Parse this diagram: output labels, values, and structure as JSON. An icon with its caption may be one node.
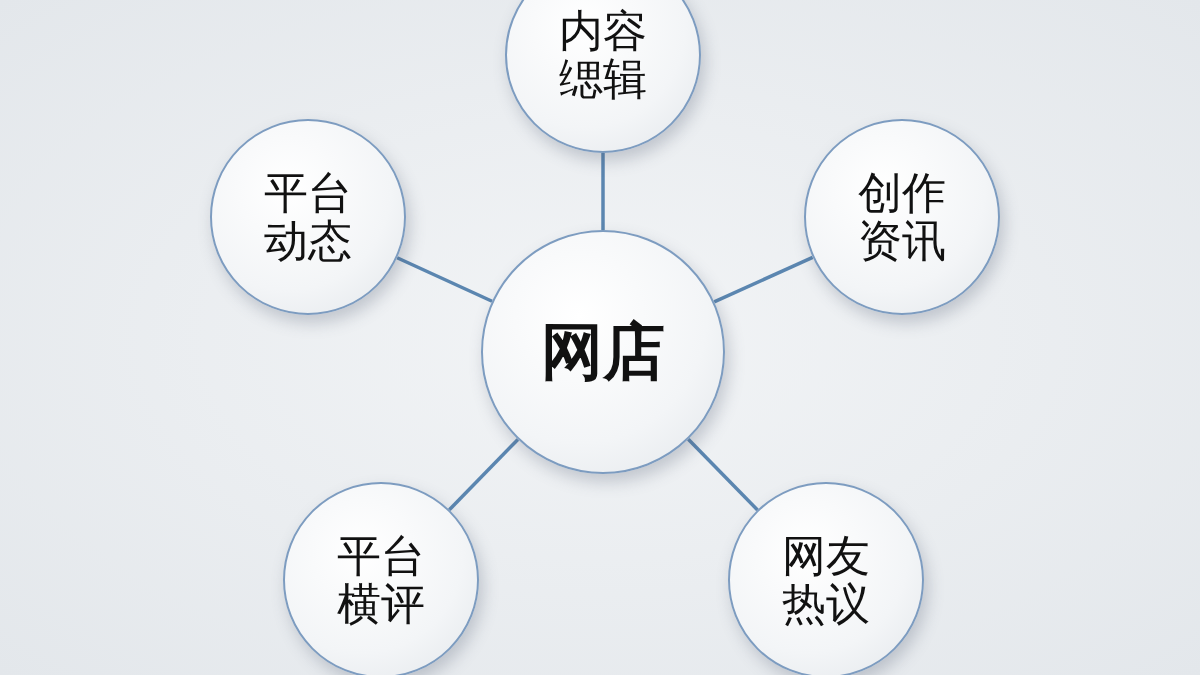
{
  "diagram": {
    "nodes": [
      {
        "text": [
          "网店"
        ]
      },
      {
        "text": [
          "内容缌辑"
        ]
      },
      {
        "text": [
          "平台动态"
        ]
      },
      {
        "text": [
          "创作资讯"
        ]
      },
      {
        "text": [
          "平台横评"
        ]
      },
      {
        "text": [
          "网友热议"
        ]
      }
    ],
    "edges": [
      {
        "from": 0,
        "to": 1,
        "arrow": "none"
      },
      {
        "from": 0,
        "to": 2,
        "arrow": "none"
      },
      {
        "from": 0,
        "to": 3,
        "arrow": "none"
      },
      {
        "from": 0,
        "to": 4,
        "arrow": "none"
      },
      {
        "from": 0,
        "to": 5,
        "arrow": "none"
      }
    ]
  }
}
